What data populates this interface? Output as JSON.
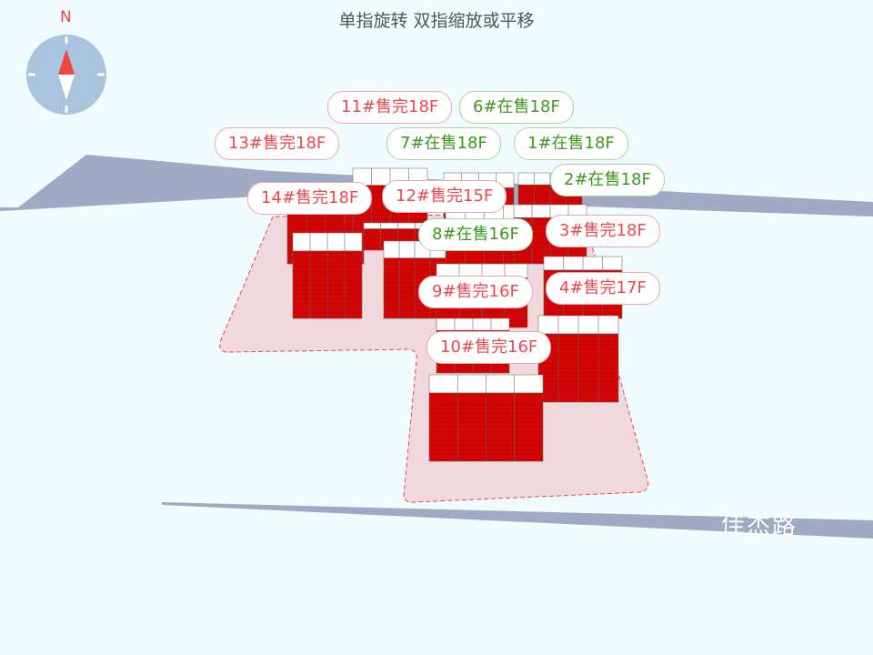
{
  "hint": "单指旋转 双指缩放或平移",
  "compass": {
    "north_label": "N",
    "icon": "compass-icon"
  },
  "road_name": "佳杰路",
  "colors": {
    "sold": "#f0464e",
    "on_sale": "#3a9a1c",
    "building": "#d60000",
    "site": "#f0d8dc",
    "road": "#a1aac4"
  },
  "buildings": [
    {
      "id": "11",
      "label": "11#售完18F",
      "status": "sold"
    },
    {
      "id": "6",
      "label": "6#在售18F",
      "status": "on_sale"
    },
    {
      "id": "1",
      "label": "1#在售18F",
      "status": "on_sale"
    },
    {
      "id": "13",
      "label": "13#售完18F",
      "status": "sold"
    },
    {
      "id": "7",
      "label": "7#在售18F",
      "status": "on_sale"
    },
    {
      "id": "2",
      "label": "2#在售18F",
      "status": "on_sale"
    },
    {
      "id": "14",
      "label": "14#售完18F",
      "status": "sold"
    },
    {
      "id": "12",
      "label": "12#售完15F",
      "status": "sold"
    },
    {
      "id": "8",
      "label": "8#在售16F",
      "status": "on_sale"
    },
    {
      "id": "3",
      "label": "3#售完18F",
      "status": "sold"
    },
    {
      "id": "9",
      "label": "9#售完16F",
      "status": "sold"
    },
    {
      "id": "4",
      "label": "4#售完17F",
      "status": "sold"
    },
    {
      "id": "10",
      "label": "10#售完16F",
      "status": "sold"
    }
  ]
}
